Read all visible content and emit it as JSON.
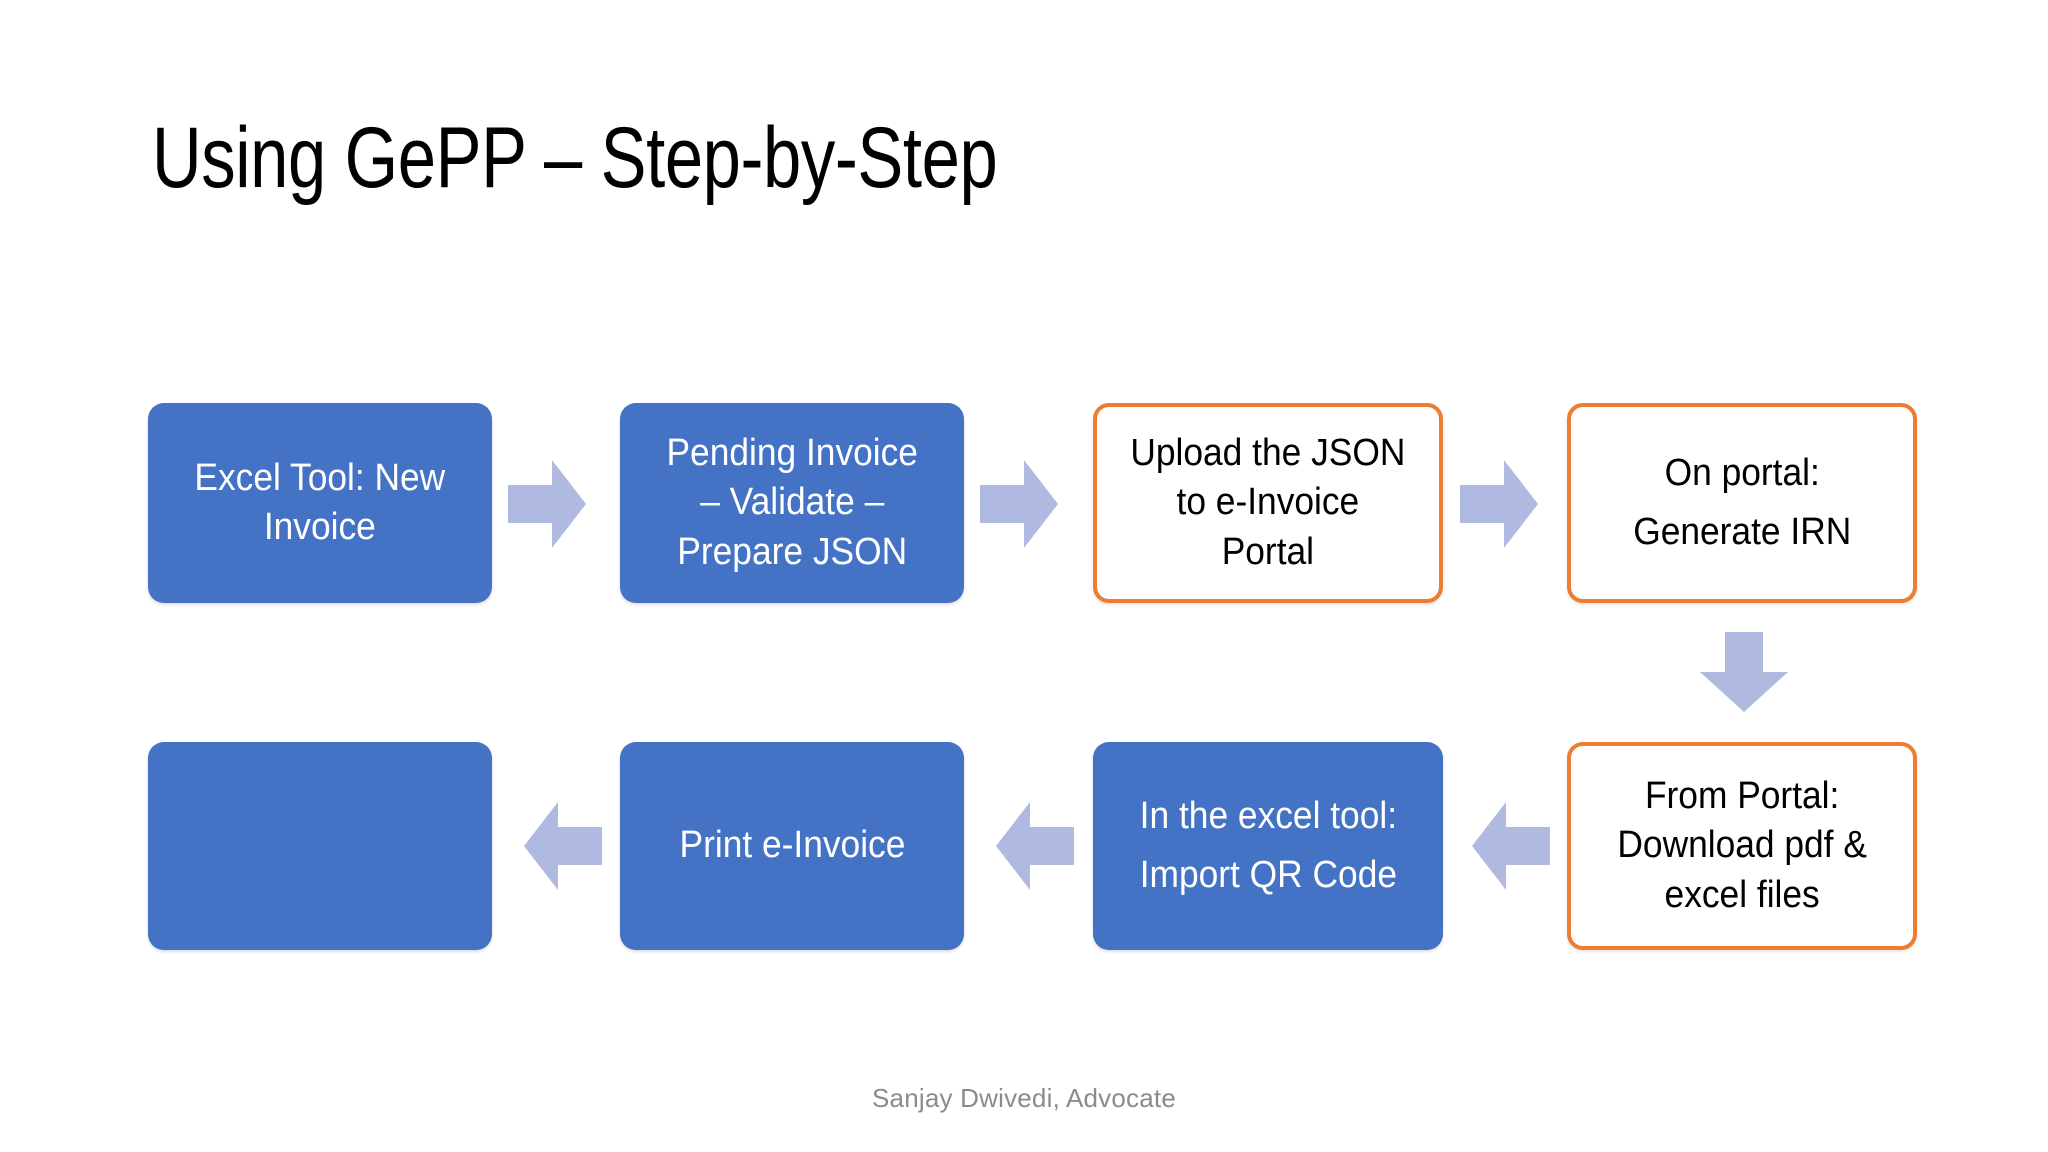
{
  "slide": {
    "title": "Using GePP – Step-by-Step",
    "footer": "Sanjay Dwivedi, Advocate",
    "background": "#ffffff"
  },
  "colors": {
    "filled_box": "#4472C4",
    "filled_box_text": "#ffffff",
    "outlined_box_border": "#ED7D31",
    "outlined_box_fill": "#ffffff",
    "outlined_box_text": "#000000",
    "arrow": "#B0B9E0",
    "title_text": "#000000",
    "footer_text": "#8b8b8b"
  },
  "diagram": {
    "type": "process-flow",
    "row1": [
      {
        "id": "step-1",
        "label": "Excel Tool: New\nInvoice",
        "style": "filled"
      },
      {
        "id": "step-2",
        "label": "Pending Invoice\n– Validate –\nPrepare JSON",
        "style": "filled"
      },
      {
        "id": "step-3",
        "label": "Upload the JSON\nto e-Invoice\nPortal",
        "style": "outlined"
      },
      {
        "id": "step-4",
        "label": "On portal:\nGenerate IRN",
        "style": "outlined"
      }
    ],
    "row2": [
      {
        "id": "step-8",
        "label": "",
        "style": "filled"
      },
      {
        "id": "step-7",
        "label": "Print e-Invoice",
        "style": "filled"
      },
      {
        "id": "step-6",
        "label": "In the excel tool:\nImport QR Code",
        "style": "filled"
      },
      {
        "id": "step-5",
        "label": "From Portal:\nDownload pdf &\nexcel files",
        "style": "outlined"
      }
    ],
    "connectors": [
      {
        "id": "arrow-1-2",
        "direction": "right"
      },
      {
        "id": "arrow-2-3",
        "direction": "right"
      },
      {
        "id": "arrow-3-4",
        "direction": "right"
      },
      {
        "id": "arrow-4-5",
        "direction": "down"
      },
      {
        "id": "arrow-5-6",
        "direction": "left"
      },
      {
        "id": "arrow-6-7",
        "direction": "left"
      },
      {
        "id": "arrow-7-8",
        "direction": "left"
      }
    ]
  }
}
